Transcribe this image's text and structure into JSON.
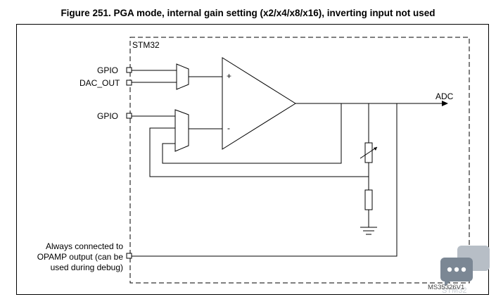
{
  "figure": {
    "title": "Figure 251. PGA mode, internal gain setting (x2/x4/x8/x16), inverting input not used",
    "chip_label": "STM32",
    "reference": "MS35326V1"
  },
  "pins": {
    "gpio_top": "GPIO",
    "dac_out": "DAC_OUT",
    "gpio_bottom": "GPIO",
    "adc": "ADC"
  },
  "opamp": {
    "plus": "+",
    "minus": "-"
  },
  "note": {
    "line1": "Always connected to",
    "line2": "OPAMP output (can be",
    "line3": "used during debug)"
  },
  "watermark": {
    "icon": "chat-bubbles-icon",
    "text": "STM32"
  }
}
